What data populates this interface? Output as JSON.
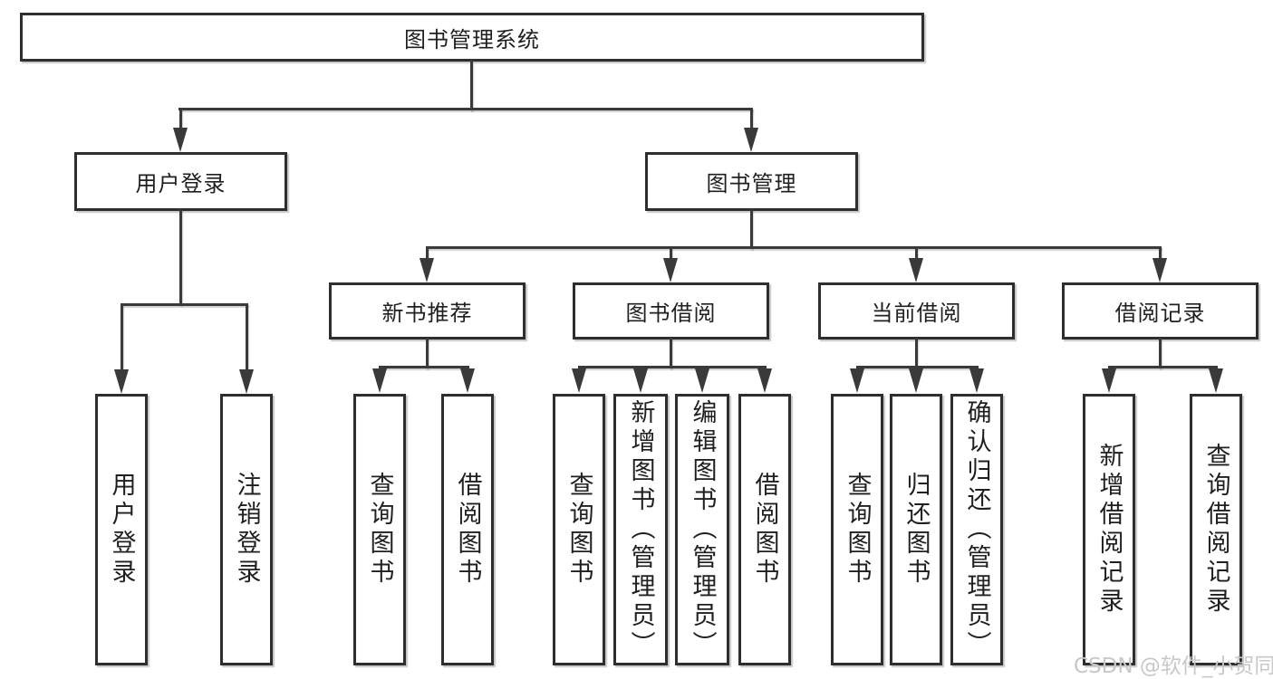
{
  "nodes": {
    "root": "图书管理系统",
    "login": {
      "label": "用户登录",
      "children": {
        "user_login": "用户登录",
        "logout": "注销登录"
      }
    },
    "management": {
      "label": "图书管理",
      "children": {
        "new_book": {
          "label": "新书推荐",
          "children": {
            "query_book": "查询图书",
            "borrow_book": "借阅图书"
          }
        },
        "borrow": {
          "label": "图书借阅",
          "children": {
            "query_book": "查询图书",
            "add_book": "新增图书（管理员）",
            "edit_book": "编辑图书（管理员）",
            "borrow_book": "借阅图书"
          }
        },
        "current": {
          "label": "当前借阅",
          "children": {
            "query_book": "查询图书",
            "return_book": "归还图书",
            "confirm_return": "确认归还（管理员）"
          }
        },
        "records": {
          "label": "借阅记录",
          "children": {
            "add_record": "新增借阅记录",
            "query_record": "查询借阅记录"
          }
        }
      }
    }
  },
  "watermark": "CSDN @软件_小贺同学",
  "colors": {
    "line": "#3a3a3a",
    "box_border": "#2e2e2e",
    "text": "#1f1f1f",
    "watermark": "#c8c8c8",
    "background": "#ffffff"
  }
}
